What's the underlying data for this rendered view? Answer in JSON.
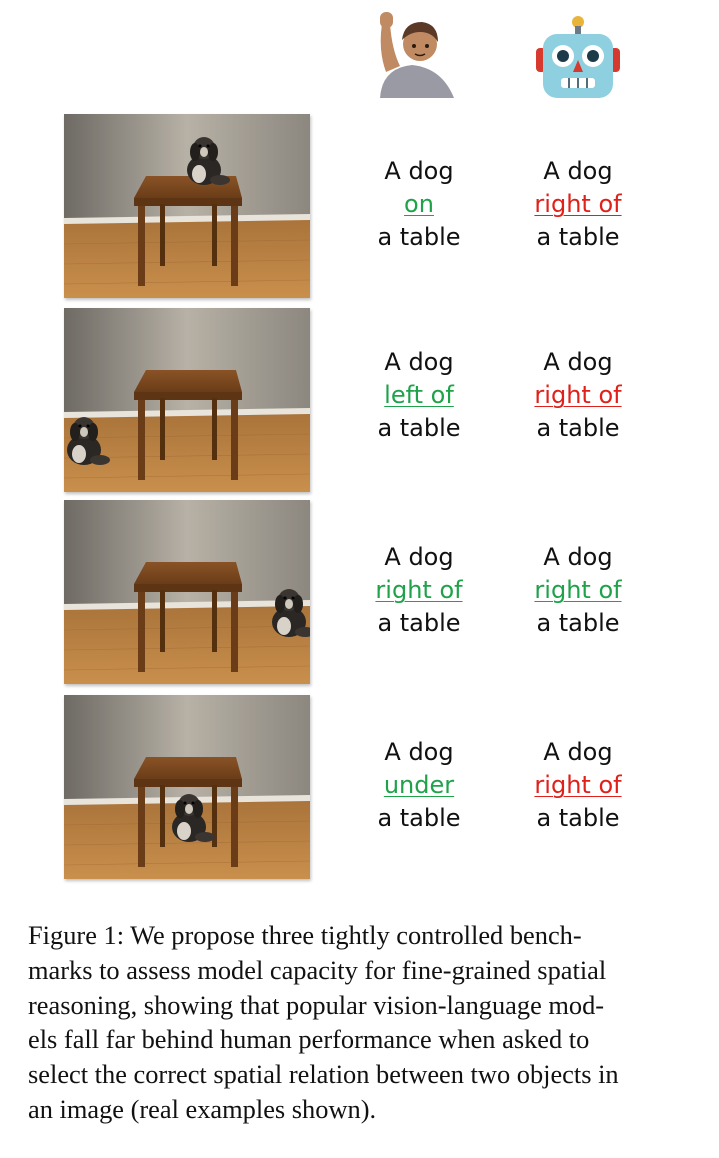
{
  "header": {
    "human_icon": "person-raising-hand-icon",
    "robot_icon": "robot-face-icon"
  },
  "rows": [
    {
      "human": {
        "subject": "A dog",
        "relation": "on",
        "object": "a table",
        "correct": true
      },
      "model": {
        "subject": "A dog",
        "relation": "right of",
        "object": "a table",
        "correct": false
      }
    },
    {
      "human": {
        "subject": "A dog",
        "relation": "left of",
        "object": "a table",
        "correct": true
      },
      "model": {
        "subject": "A dog",
        "relation": "right of",
        "object": "a table",
        "correct": false
      }
    },
    {
      "human": {
        "subject": "A dog",
        "relation": "right of",
        "object": "a table",
        "correct": true
      },
      "model": {
        "subject": "A dog",
        "relation": "right of",
        "object": "a table",
        "correct": true
      }
    },
    {
      "human": {
        "subject": "A dog",
        "relation": "under",
        "object": "a table",
        "correct": true
      },
      "model": {
        "subject": "A dog",
        "relation": "right of",
        "object": "a table",
        "correct": false
      }
    }
  ],
  "colors": {
    "correct": "#1fa24a",
    "incorrect": "#e0201a"
  },
  "caption": {
    "lines": [
      "Figure 1: We propose three tightly controlled bench-",
      "marks to assess model capacity for fine-grained spatial",
      "reasoning, showing that popular vision-language mod-",
      "els fall far behind human performance when asked to",
      "select the correct spatial relation between two objects in",
      "an image (real examples shown)."
    ]
  }
}
